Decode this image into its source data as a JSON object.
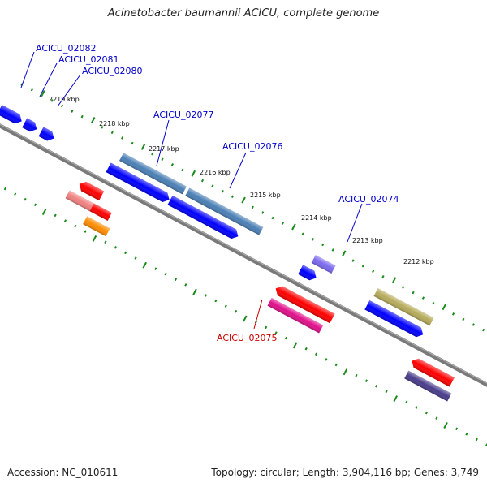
{
  "title": "Acinetobacter baumannii ACICU, complete genome",
  "footer": {
    "accession": "Accession: NC_010611",
    "summary": "Topology: circular; Length: 3,904,116 bp; Genes: 3,749"
  },
  "scale_labels": [
    "2219 kbp",
    "2218 kbp",
    "2217 kbp",
    "2216 kbp",
    "2215 kbp",
    "2214 kbp",
    "2213 kbp",
    "2212 kbp"
  ],
  "gene_labels": {
    "g02082": "ACICU_02082",
    "g02081": "ACICU_02081",
    "g02080": "ACICU_02080",
    "g02077": "ACICU_02077",
    "g02076": "ACICU_02076",
    "g02074": "ACICU_02074",
    "g02075": "ACICU_02075"
  },
  "colors": {
    "backbone": "#7a7a7a",
    "tick": "#1a8a1a",
    "label_blue": "#0000cc",
    "label_red": "#cc0000",
    "blue": "#0000ff",
    "steelblue": "#4a7fb5",
    "red": "#ff0000",
    "salmon": "#f08080",
    "orange": "#ff8c00",
    "magenta": "#e0108a",
    "lavender": "#7b68ee",
    "olive": "#b5aa5a",
    "darkslate": "#483d8b"
  }
}
